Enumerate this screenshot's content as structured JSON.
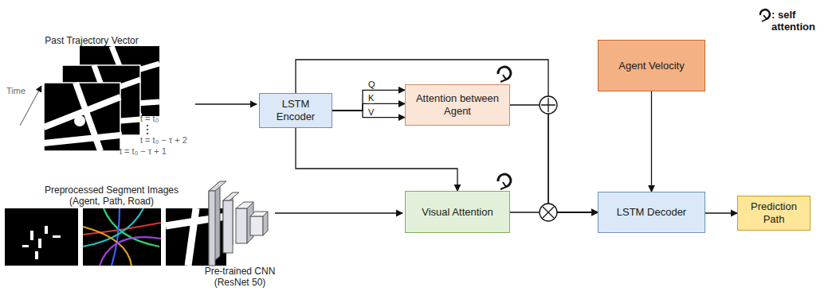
{
  "diagram": {
    "nodes": [
      {
        "text": [
          "LSTM Encoder"
        ]
      },
      {
        "text": [
          "Attention between Agent"
        ]
      },
      {
        "text": [
          "Agent Velocity"
        ]
      },
      {
        "text": [
          "Visual Attention"
        ]
      },
      {
        "text": [
          "LSTM Decoder"
        ]
      },
      {
        "text": [
          "Prediction Path"
        ]
      }
    ],
    "edges": [
      {
        "from": 0,
        "to": 1,
        "label": "Q",
        "arrow": "to"
      },
      {
        "from": 0,
        "to": 1,
        "label": "K",
        "arrow": "to"
      },
      {
        "from": 0,
        "to": 1,
        "label": "V",
        "arrow": "to"
      },
      {
        "from": 0,
        "to": 3,
        "arrow": "to"
      },
      {
        "from": 1,
        "to": 4,
        "arrow": "to"
      },
      {
        "from": 0,
        "to": 4,
        "arrow": "to"
      },
      {
        "from": 3,
        "to": 4,
        "arrow": "to"
      },
      {
        "from": 2,
        "to": 4,
        "arrow": "to"
      },
      {
        "from": 4,
        "to": 5,
        "arrow": "to"
      }
    ],
    "labels": [
      "Past Trajectory Vector",
      "Time",
      "t = t₀",
      "t = t₀ − τ + 2",
      "t = t₀ − τ + 1",
      "Preprocessed Segment Images (Agent, Path, Road)",
      "Pre-trained CNN (ResNet 50)"
    ],
    "legend": [
      {
        "text": ": self attention"
      }
    ]
  }
}
